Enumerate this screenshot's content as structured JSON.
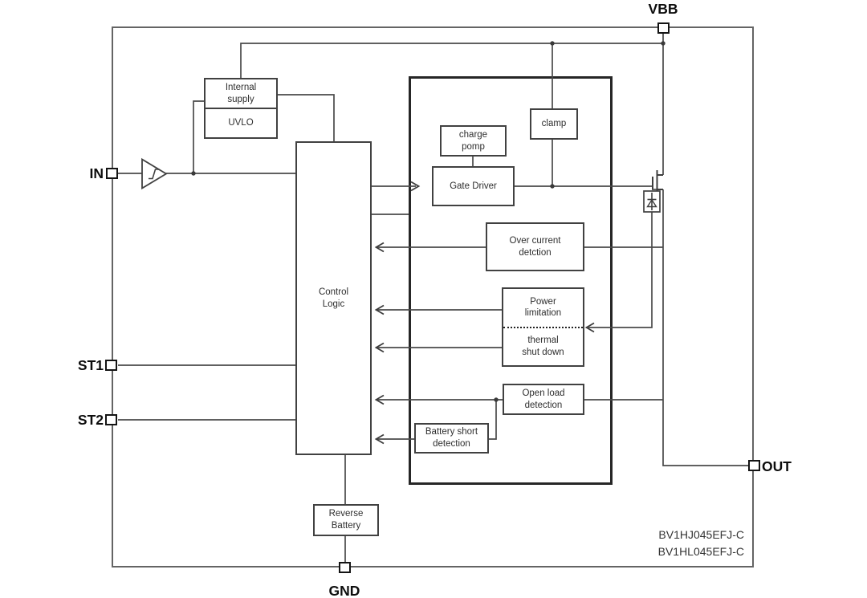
{
  "pins": {
    "vbb": "VBB",
    "in": "IN",
    "st1": "ST1",
    "st2": "ST2",
    "out": "OUT",
    "gnd": "GND"
  },
  "blocks": {
    "internal_supply": "Internal\nsupply",
    "uvlo": "UVLO",
    "control_logic": "Control\nLogic",
    "charge_pump": "charge\npomp",
    "gate_driver": "Gate Driver",
    "clamp": "clamp",
    "over_current": "Over current\ndetction",
    "power_limitation": "Power\nlimitation",
    "thermal_shutdown": "thermal\nshut down",
    "open_load": "Open load\ndetection",
    "battery_short": "Battery short\ndetection",
    "reverse_battery": "Reverse\nBattery"
  },
  "part_numbers": [
    "BV1HJ045EFJ-C",
    "BV1HL045EFJ-C"
  ],
  "colors": {
    "background": "#ffffff",
    "line": "#4a4a4a",
    "block_text": "#2e2e2e",
    "pin_text": "#0d0d0d"
  }
}
